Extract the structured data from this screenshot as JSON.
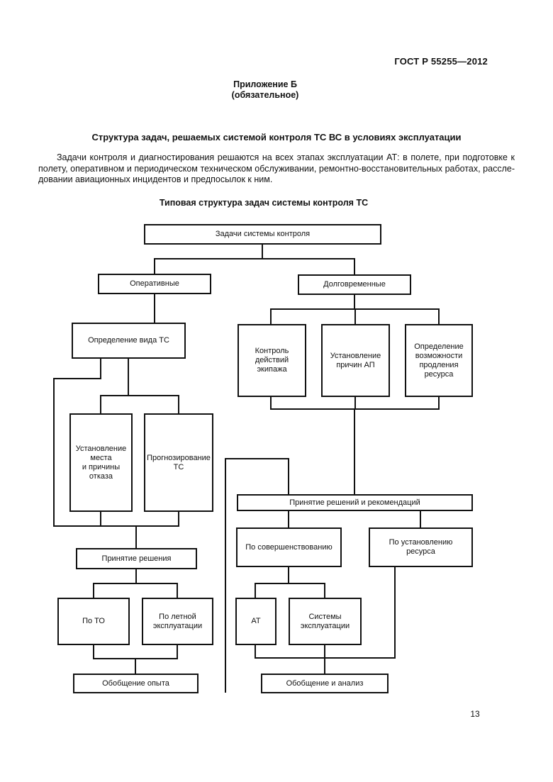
{
  "page": {
    "header": "ГОСТ Р 55255—2012",
    "page_number": "13"
  },
  "appendix": {
    "title": "Приложение Б",
    "subtitle": "(обязательное)"
  },
  "section_title": "Структура задач, решаемых системой контроля ТС ВС в условиях эксплуатации",
  "paragraph": {
    "line1": "Задачи контроля и диагностирования решаются на всех этапах эксплуатации АТ: в полете, при подготовке к",
    "line2": "полету, оперативном и периодическом техническом обслуживании, ремонтно-восстановительных работах, рассле-",
    "line3": "довании авиационных инцидентов и предпосылок к ним."
  },
  "diagram": {
    "caption": "Типовая структура задач системы контроля ТС",
    "nodes": {
      "tasks": "Задачи системы контроля",
      "operative": "Оперативные",
      "longterm": "Долговременные",
      "vid_ts": "Определение вида ТС",
      "crew": "Контроль\nдействий\nэкипажа",
      "prichin_ap": "Установление\nпричин АП",
      "resource_ext": "Определение\nвозможности\nпродления\nресурса",
      "mesto_otkaza": "Установление\nместа\nи причины\nотказа",
      "prognoz": "Прогнозирование\nТС",
      "decisions_recs": "Принятие решений и рекомендаций",
      "po_soversh": "По совершенствованию",
      "po_ustanov": "По установлению\nресурса",
      "decision": "Принятие решения",
      "po_to": "По ТО",
      "po_letnoy": "По летной\nэксплуатации",
      "at": "АТ",
      "sistemy": "Системы\nэксплуатации",
      "obob_opyta": "Обобщение опыта",
      "obob_analiz": "Обобщение и анализ"
    }
  }
}
